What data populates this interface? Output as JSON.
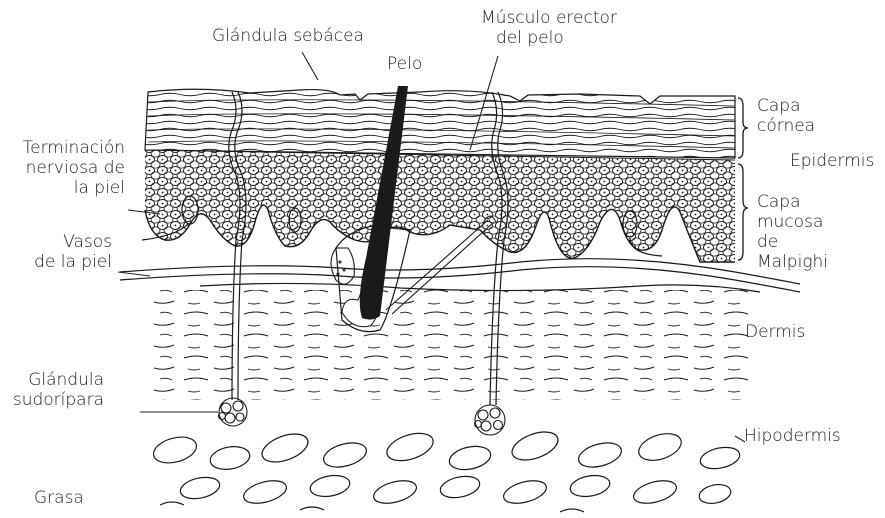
{
  "diagram": {
    "labels": {
      "glandula_sebacea": "Glándula sebácea",
      "musculo_erector_l1": "Músculo erector",
      "musculo_erector_l2": "del pelo",
      "pelo": "Pelo",
      "terminacion_l1": "Terminación",
      "terminacion_l2": "nerviosa de",
      "terminacion_l3": "la piel",
      "vasos_l1": "Vasos",
      "vasos_l2": "de la piel",
      "glandula_sudoripara_l1": "Glándula",
      "glandula_sudoripara_l2": "sudorípara",
      "grasa": "Grasa",
      "capa_cornea_l1": "Capa",
      "capa_cornea_l2": "córnea",
      "epidermis": "Epidermis",
      "capa_mucosa_l1": "Capa",
      "capa_mucosa_l2": "mucosa",
      "capa_mucosa_l3": "de",
      "capa_mucosa_l4": "Malpighi",
      "dermis": "Dermis",
      "hipodermis": "Hipodermis"
    },
    "colors": {
      "ink": "#1a1a1a",
      "background": "#ffffff"
    }
  }
}
